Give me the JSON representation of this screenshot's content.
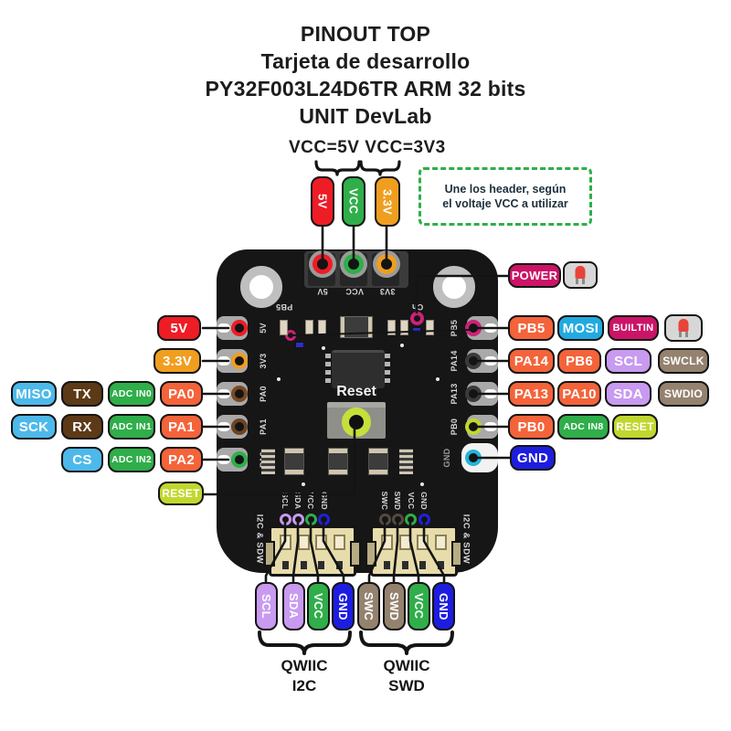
{
  "title": {
    "lines": [
      "PINOUT TOP",
      "Tarjeta de desarrollo",
      "PY32F003L24D6TR  ARM 32 bits",
      "UNIT DevLab"
    ]
  },
  "power_select": {
    "heading": "VCC=5V  VCC=3V3",
    "badge_5v": "5V",
    "badge_vcc": "VCC",
    "badge_3v3": "3.3V"
  },
  "note": {
    "line1": "Une los header, según",
    "line2": "el voltaje VCC a utilizar"
  },
  "left_pins": {
    "v5": "5V",
    "v33": "3.3V",
    "miso": "MISO",
    "tx": "TX",
    "adc0": "ADC IN0",
    "pa0": "PA0",
    "sck": "SCK",
    "rx": "RX",
    "adc1": "ADC IN1",
    "pa1": "PA1",
    "cs": "CS",
    "adc2": "ADC IN2",
    "pa2": "PA2",
    "reset": "RESET"
  },
  "right_pins": {
    "power": "POWER",
    "pb5": "PB5",
    "mosi": "MOSI",
    "builtin": "BUILTIN",
    "pa14": "PA14",
    "pb6": "PB6",
    "scl": "SCL",
    "swclk": "SWCLK",
    "pa13": "PA13",
    "pa10": "PA10",
    "sda": "SDA",
    "swdio": "SWDIO",
    "pb0": "PB0",
    "adc8": "ADC IN8",
    "reset": "RESET",
    "gnd": "GND"
  },
  "bottom_pins": {
    "scl": "SCL",
    "sda": "SDA",
    "vcc1": "VCC",
    "gnd1": "GND",
    "swc": "SWC",
    "swd": "SWD",
    "vcc2": "VCC",
    "gnd2": "GND"
  },
  "qwiic_i2c": {
    "line1": "QWIIC",
    "line2": "I2C"
  },
  "qwiic_swd": {
    "line1": "QWIIC",
    "line2": "SWD"
  },
  "board": {
    "silk": {
      "top_5v": "5V",
      "top_vcc": "VCC",
      "top_3v3": "3V3",
      "top_pb5": "PB5",
      "ch": "Ch",
      "l1": "5V",
      "l2": "3V3",
      "l3": "PA0",
      "l4": "PA1",
      "l5": "PA2",
      "r1": "PB5",
      "r2": "PA14",
      "r3": "PA13",
      "r4": "PB0",
      "r5": "GND",
      "b1": "SCL",
      "b2": "SDA",
      "b3": "VCC",
      "b4": "GND",
      "b5": "SWC",
      "b6": "SWD",
      "b7": "VCC",
      "b8": "GND",
      "i2c_sdw_left": "I2C & SDW",
      "i2c_sdw_right": "I2C & SDW",
      "reset": "Reset"
    }
  },
  "colors": {
    "red": "#ee1c25",
    "orange": "#f09e1f",
    "green": "#2fae4a",
    "tomato": "#f4633a",
    "sky": "#4db9ea",
    "cyan": "#21aae1",
    "brown": "#5c3a17",
    "magenta": "#cb1467",
    "violet": "#c89af0",
    "taupe": "#94826f",
    "lime": "#c1d72e",
    "blue": "#1d1de0",
    "board": "#161616",
    "note_border": "#2fae4a",
    "wire": "#141414"
  }
}
